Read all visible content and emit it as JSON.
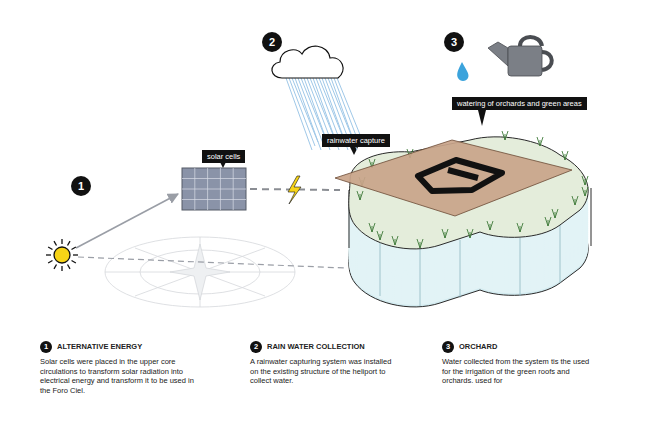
{
  "diagram": {
    "nodes": [
      {
        "text": [
          "solar cells"
        ]
      },
      {
        "text": [
          "rainwater capture"
        ]
      },
      {
        "text": [
          "watering of orchards and green areas"
        ]
      }
    ],
    "labels": [
      "1",
      "2",
      "3",
      "1",
      "ALTERNATIVE ENERGY",
      "Solar cells were placed in the upper core circulations to transform solar radiation into electrical energy and transform it to be used in the Foro Ciel.",
      "2",
      "RAIN WATER COLLECTION",
      "A rainwater capturing system was installed on the existing structure of the heliport to collect water.",
      "3",
      "ORCHARD",
      "Water collected from the system tis the used for the irrigation of the green roofs and orchards. used for"
    ]
  }
}
